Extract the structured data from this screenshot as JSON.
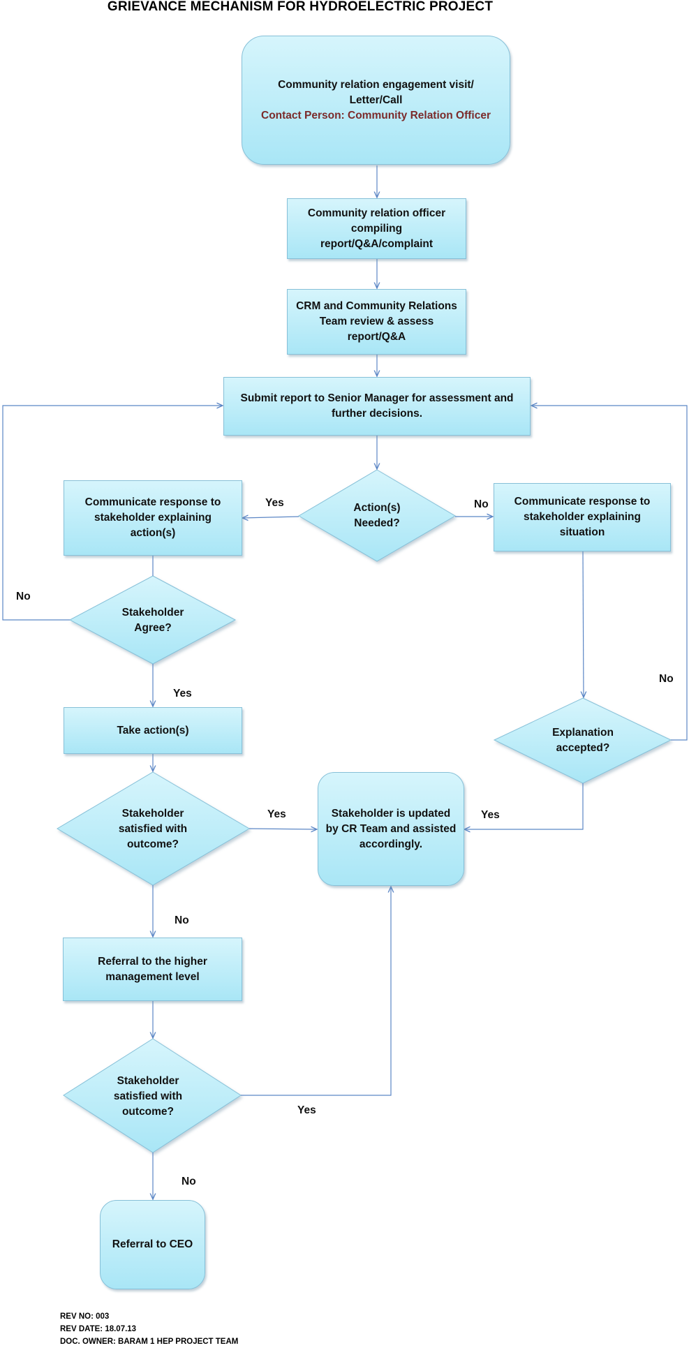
{
  "title": "GRIEVANCE MECHANISM FOR HYDROELECTRIC PROJECT",
  "colors": {
    "fill_top": "#d6f5fc",
    "fill_bottom": "#a9e6f6",
    "stroke": "#86c0d8",
    "connector": "#5b86c5",
    "contact_text": "#7b2b2b"
  },
  "nodes": {
    "start": {
      "line1": "Community relation engagement visit/",
      "line2": "Letter/Call",
      "contact": "Contact Person: Community Relation Officer"
    },
    "compile": {
      "text": "Community relation officer compiling report/Q&A/complaint"
    },
    "review": {
      "text": "CRM and Community Relations Team review & assess report/Q&A"
    },
    "submit": {
      "text": "Submit report to Senior Manager for assessment and further decisions."
    },
    "action_needed": {
      "text": "Action(s) Needed?"
    },
    "communicate_action": {
      "text": "Communicate response to stakeholder explaining action(s)"
    },
    "communicate_situation": {
      "text": "Communicate  response to stakeholder explaining situation"
    },
    "agree": {
      "text": "Stakeholder Agree?"
    },
    "take_action": {
      "text": "Take action(s)"
    },
    "satisfied1": {
      "text": "Stakeholder satisfied with outcome?"
    },
    "updated": {
      "text": "Stakeholder is updated by  CR Team  and assisted accordingly."
    },
    "explanation": {
      "text": "Explanation accepted?"
    },
    "referral_higher": {
      "text": "Referral to the higher management level"
    },
    "satisfied2": {
      "text": "Stakeholder satisfied with outcome?"
    },
    "ceo": {
      "text": "Referral to CEO"
    }
  },
  "edge_labels": {
    "action_yes": "Yes",
    "action_no": "No",
    "agree_no": "No",
    "agree_yes": "Yes",
    "explanation_no": "No",
    "satisfied1_yes": "Yes",
    "explanation_yes": "Yes",
    "satisfied1_no": "No",
    "satisfied2_yes": "Yes",
    "satisfied2_no": "No"
  },
  "footer": {
    "rev_no": "REV NO: 003",
    "rev_date": "REV DATE: 18.07.13",
    "doc_owner": "DOC. OWNER: BARAM 1 HEP PROJECT TEAM"
  }
}
